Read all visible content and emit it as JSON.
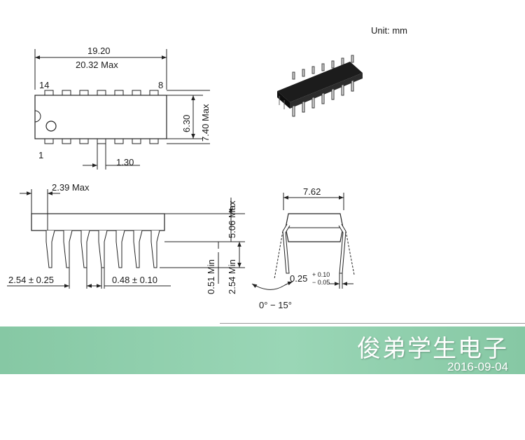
{
  "unit_label": "Unit: mm",
  "top_view": {
    "length_nominal": "19.20",
    "length_max": "20.32 Max",
    "pin_14": "14",
    "pin_8": "8",
    "pin_1": "1",
    "width_nominal": "6.30",
    "width_max": "7.40 Max",
    "pin_width": "1.30"
  },
  "side_view": {
    "end_offset": "2.39 Max",
    "body_height": "5.06 Max",
    "standoff": "0.51 Min",
    "lead_length": "2.54 Min",
    "pitch": "2.54 ± 0.25",
    "lead_width": "0.48 ± 0.10"
  },
  "end_view": {
    "row_spacing": "7.62",
    "lead_thickness": "0.25",
    "lead_thickness_tol_plus": "+ 0.10",
    "lead_thickness_tol_minus": "− 0.05",
    "angle": "0° − 15°"
  },
  "banner": {
    "title": "俊弟学生电子",
    "date": "2016-09-04",
    "color": "#8fceac"
  }
}
